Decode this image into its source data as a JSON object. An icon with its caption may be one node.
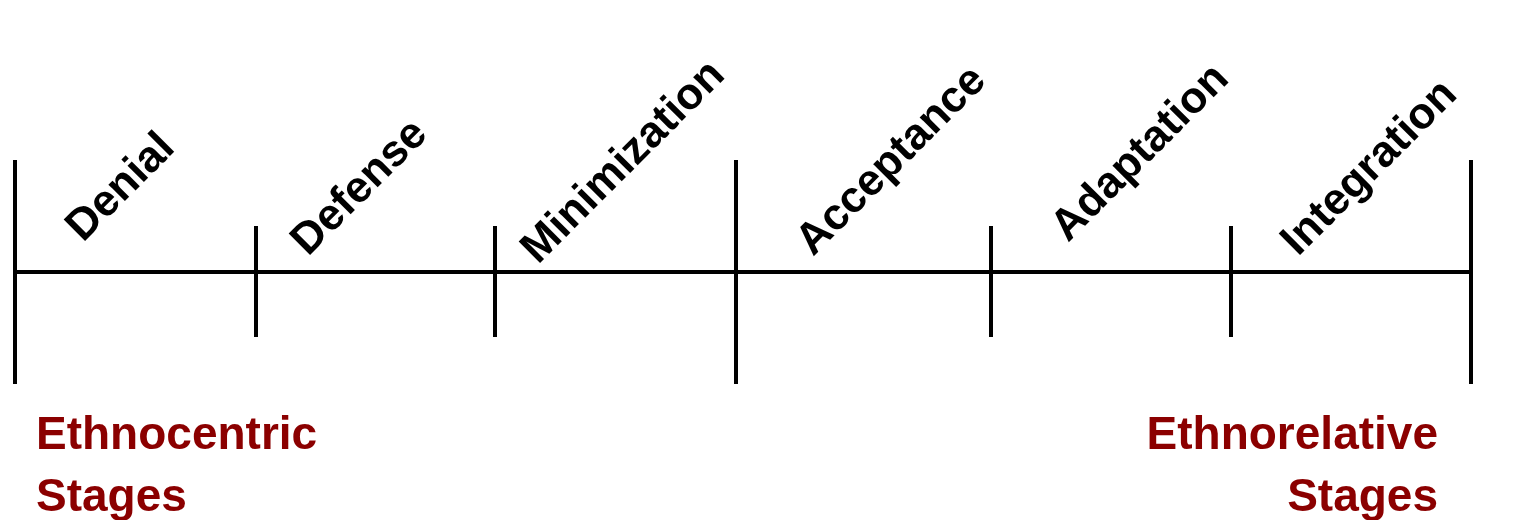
{
  "diagram": {
    "labels": [
      "Denial",
      "Defense",
      "Minimization",
      "Acceptance",
      "Adaptation",
      "Integration",
      "Ethnocentric Stages",
      "Ethnorelative Stages"
    ]
  }
}
